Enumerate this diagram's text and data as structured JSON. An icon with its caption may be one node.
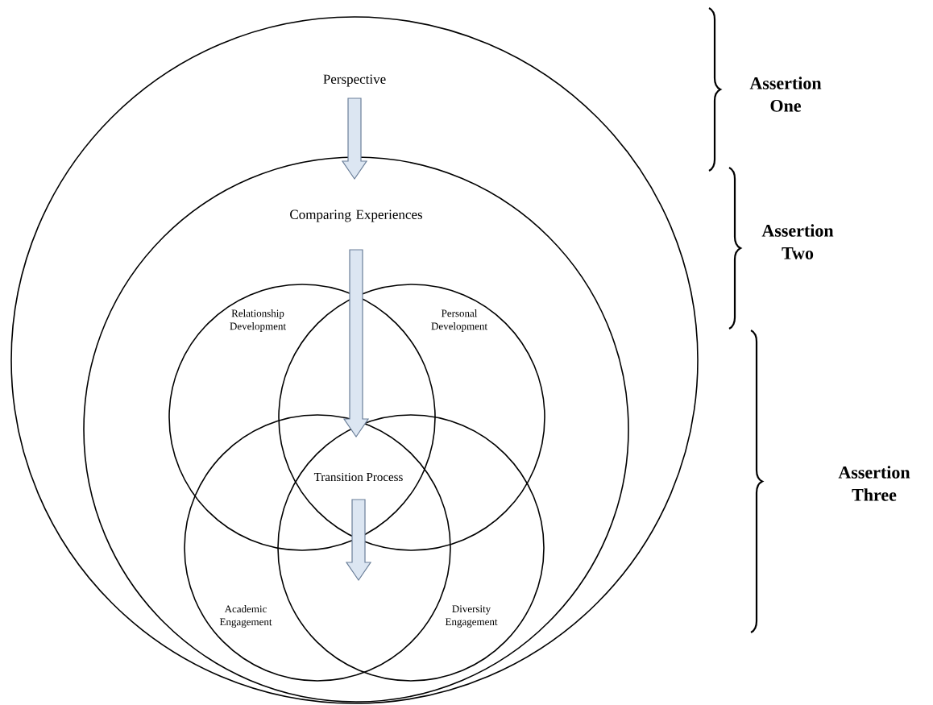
{
  "diagram": {
    "nodes": [
      {
        "text": [
          "Perspective"
        ]
      },
      {
        "text": [
          "Comparing Experiences"
        ],
        "in": 0
      },
      {
        "text": [
          "Relationship Development"
        ],
        "in": 1
      },
      {
        "text": [
          "Personal Development"
        ],
        "in": 1
      },
      {
        "text": [
          "Academic Engagement"
        ],
        "in": 1
      },
      {
        "text": [
          "Diversity Engagement"
        ],
        "in": 1
      },
      {
        "text": [
          "Transition Process"
        ]
      }
    ],
    "edges": [
      {
        "from": 0,
        "to": 1,
        "arrow": "to"
      },
      {
        "from": 1,
        "to": 6,
        "arrow": "to"
      },
      {
        "from": 6,
        "to": null,
        "arrow": "to"
      }
    ],
    "labels": [
      "Assertion One",
      "Assertion Two",
      "Assertion Three"
    ]
  }
}
